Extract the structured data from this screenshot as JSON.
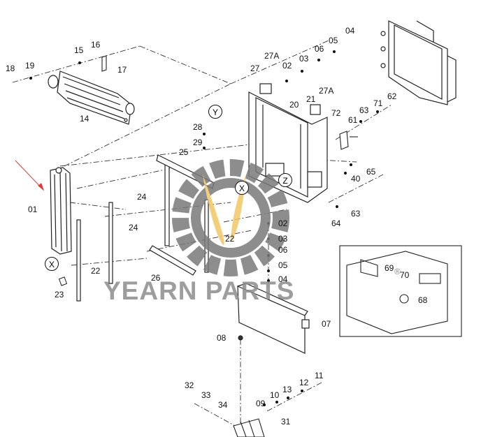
{
  "brand": {
    "watermark_text": "YEARN PARTS",
    "reg_mark": "®",
    "logo_gear_color": "#7a7a7a",
    "logo_flame_color": "#f2c766"
  },
  "accent_arrow_color": "#e03a3a",
  "callouts": {
    "y": "Y",
    "x_top": "X",
    "z": "Z",
    "x_bottom": "X"
  },
  "labels": {
    "l18": "18",
    "l19": "19",
    "l15": "15",
    "l16": "16",
    "l17": "17",
    "l14": "14",
    "l04_top": "04",
    "l05_top": "05",
    "l06_top": "06",
    "l03_top": "03",
    "l02_top": "02",
    "l27A_top": "27A",
    "l27": "27",
    "l27A_mid": "27A",
    "l21": "21",
    "l20": "20",
    "l72": "72",
    "l63_top": "63",
    "l71": "71",
    "l62": "62",
    "l61": "61",
    "l65": "65",
    "l40": "40",
    "l63_bot": "63",
    "l64": "64",
    "l28": "28",
    "l29": "29",
    "l25": "25",
    "l24_a": "24",
    "l24_b": "24",
    "l01": "01",
    "l22_a": "22",
    "l22_b": "22",
    "l23": "23",
    "l26": "26",
    "l02_mid": "02",
    "l03_mid": "03",
    "l06_mid": "06",
    "l05_mid": "05",
    "l04_mid": "04",
    "l07": "07",
    "l08": "08",
    "l69": "69",
    "l70": "70",
    "l68": "68",
    "l32": "32",
    "l33": "33",
    "l34": "34",
    "l09": "09",
    "l10": "10",
    "l13": "13",
    "l12": "12",
    "l11": "11",
    "l31": "31"
  }
}
